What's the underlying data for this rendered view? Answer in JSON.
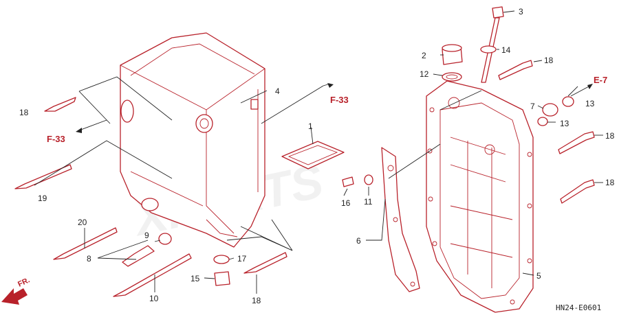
{
  "watermark": "XPARTS",
  "diagram_code": "HN24-E0601",
  "direction": {
    "label": "FR."
  },
  "references": [
    {
      "id": "ref-f33-a",
      "text": "F-33"
    },
    {
      "id": "ref-f33-b",
      "text": "F-33"
    },
    {
      "id": "ref-e7",
      "text": "E-7"
    }
  ],
  "callouts": [
    {
      "id": "c1",
      "text": "1"
    },
    {
      "id": "c2",
      "text": "2"
    },
    {
      "id": "c3",
      "text": "3"
    },
    {
      "id": "c4",
      "text": "4"
    },
    {
      "id": "c5",
      "text": "5"
    },
    {
      "id": "c6",
      "text": "6"
    },
    {
      "id": "c7",
      "text": "7"
    },
    {
      "id": "c8",
      "text": "8"
    },
    {
      "id": "c9",
      "text": "9"
    },
    {
      "id": "c10",
      "text": "10"
    },
    {
      "id": "c11",
      "text": "11"
    },
    {
      "id": "c12",
      "text": "12"
    },
    {
      "id": "c13a",
      "text": "13"
    },
    {
      "id": "c13b",
      "text": "13"
    },
    {
      "id": "c14",
      "text": "14"
    },
    {
      "id": "c15",
      "text": "15"
    },
    {
      "id": "c16",
      "text": "16"
    },
    {
      "id": "c17",
      "text": "17"
    },
    {
      "id": "c18a",
      "text": "18"
    },
    {
      "id": "c18b",
      "text": "18"
    },
    {
      "id": "c18c",
      "text": "18"
    },
    {
      "id": "c18d",
      "text": "18"
    },
    {
      "id": "c18e",
      "text": "18"
    },
    {
      "id": "c19",
      "text": "19"
    },
    {
      "id": "c20",
      "text": "20"
    }
  ],
  "colors": {
    "line": "#b8212a",
    "text": "#222222",
    "background": "#ffffff"
  }
}
